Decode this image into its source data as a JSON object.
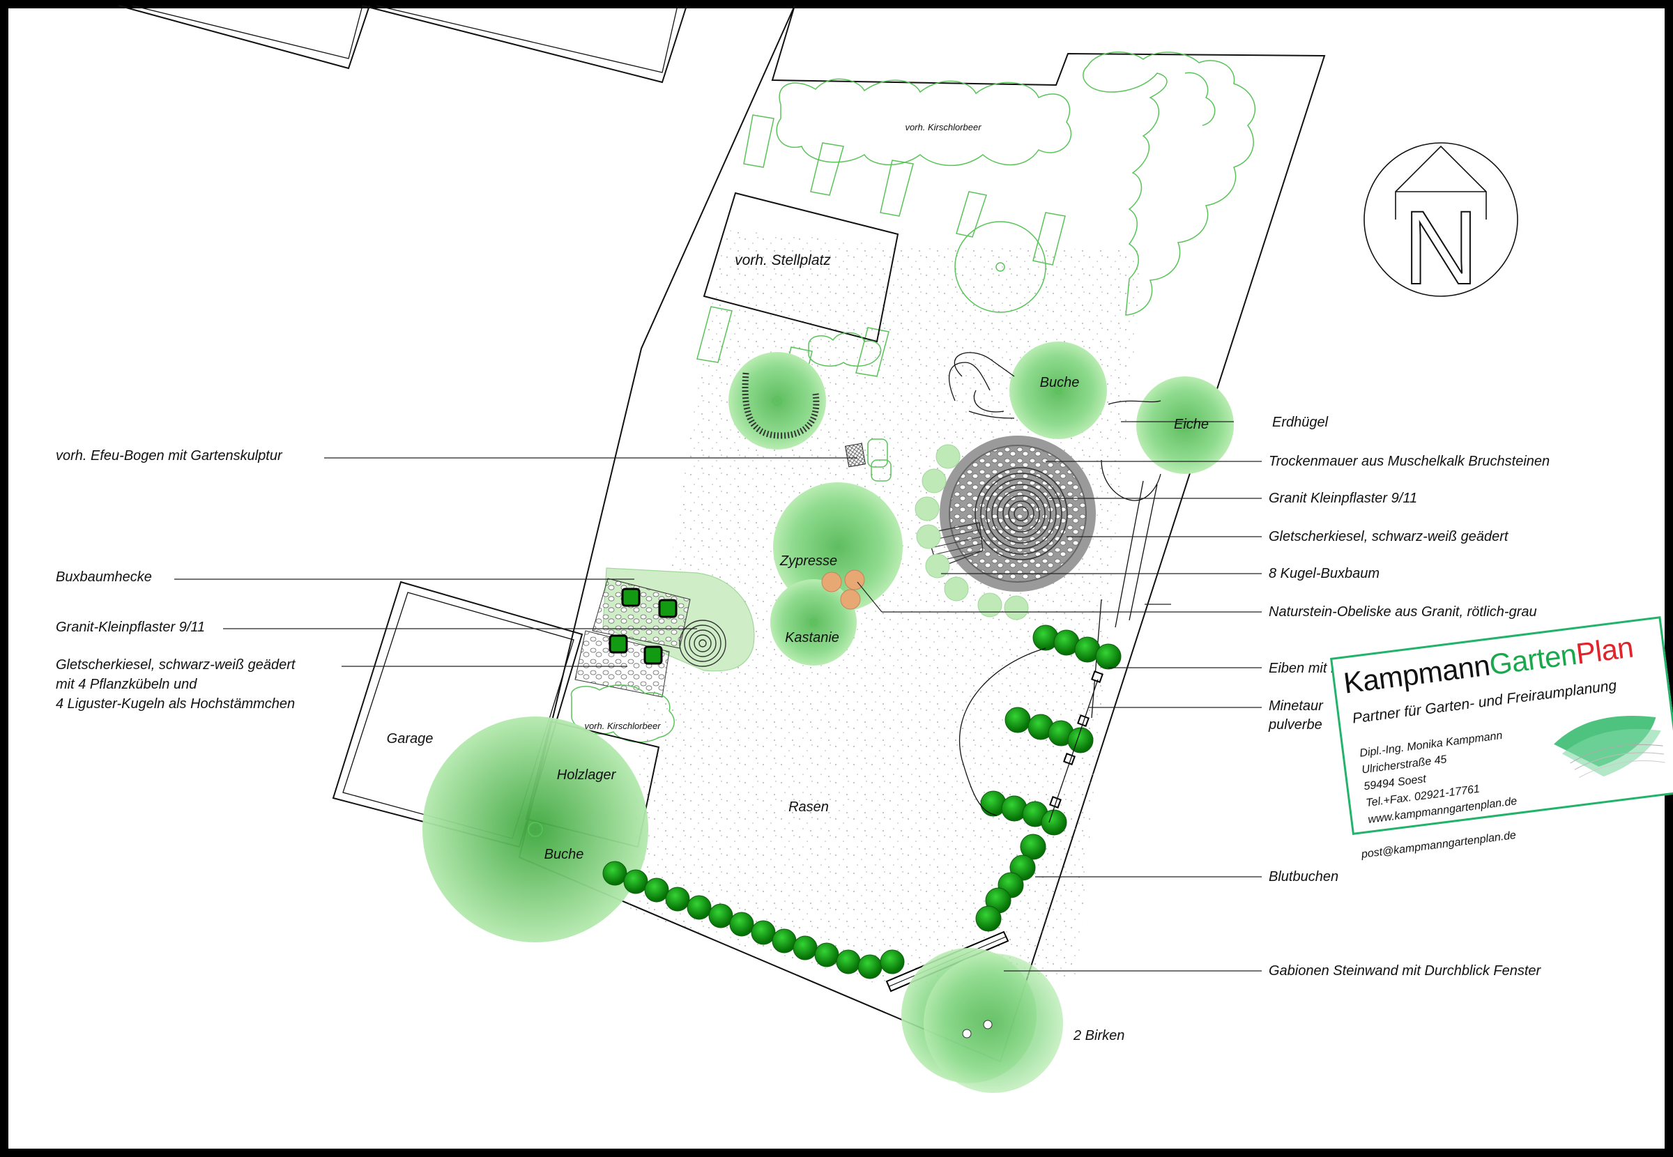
{
  "labels": {
    "vorh_kirschlorbeer_top": "vorh. Kirschlorbeer",
    "vorh_stellplatz": "vorh. Stellplatz",
    "buche_top": "Buche",
    "eiche": "Eiche",
    "zypresse": "Zypresse",
    "kastanie": "Kastanie",
    "garage": "Garage",
    "holzlager": "Holzlager",
    "vorh_kirschlorbeer_small": "vorh. Kirschlorbeer",
    "buche_bottom": "Buche",
    "rasen": "Rasen",
    "birken": "2 Birken"
  },
  "left_callouts": [
    "vorh. Efeu-Bogen mit Gartenskulptur",
    "Buxbaumhecke",
    "Granit-Kleinpflaster 9/11",
    "Gletscherkiesel, schwarz-weiß geädert",
    "mit 4 Pflanzkübeln und",
    "4 Liguster-Kugeln als Hochstämmchen"
  ],
  "right_callouts": [
    "Erdhügel",
    "Trockenmauer aus Muschelkalk Bruchsteinen",
    "Granit Kleinpflaster 9/11",
    "Gletscherkiesel, schwarz-weiß geädert",
    "8 Kugel-Buxbaum",
    "Naturstein-Obeliske aus Granit, rötlich-grau",
    "Eiben mit Formschnitt",
    "Minetaur",
    "pulverbe",
    "Blutbuchen",
    "Gabionen Steinwand mit Durchblick Fenster"
  ],
  "north_arrow": {
    "letter": "N",
    "icon": "north-arrow-icon"
  },
  "logo": {
    "name_part1": "Kampmann",
    "name_part2": "Garten",
    "name_part3": "Plan",
    "subtitle": "Partner für Garten- und Freiraumplanung",
    "address_lines": [
      "Dipl.-Ing. Monika Kampmann",
      "Ulricherstraße 45",
      "59494 Soest",
      "Tel.+Fax. 02921-17761",
      "www.kampmanngartenplan.de",
      "post@kampmanngartenplan.de"
    ]
  },
  "colors": {
    "plant_green": "#6fd16f",
    "dark_green": "#0b8a0b",
    "brand_black": "#111111",
    "brand_green": "#1aa84c",
    "brand_red": "#e0242b",
    "obelisk": "#e8a874",
    "frame": "#21b36a"
  }
}
